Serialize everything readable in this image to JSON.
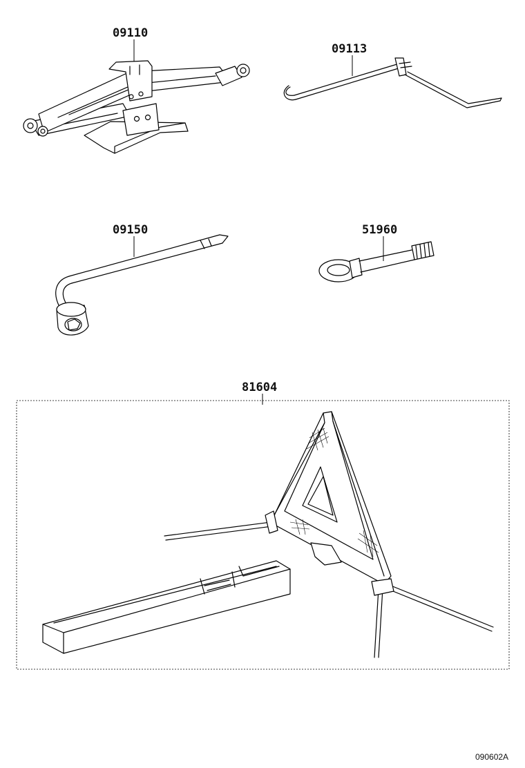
{
  "parts": [
    {
      "id": "jack",
      "number": "09110"
    },
    {
      "id": "jack-handle",
      "number": "09113"
    },
    {
      "id": "wheel-wrench",
      "number": "09150"
    },
    {
      "id": "towing-eye",
      "number": "51960"
    },
    {
      "id": "warning-triangle-set",
      "number": "81604"
    }
  ],
  "figure_code": "090602A",
  "colors": {
    "line": "#000000",
    "background": "#ffffff"
  }
}
